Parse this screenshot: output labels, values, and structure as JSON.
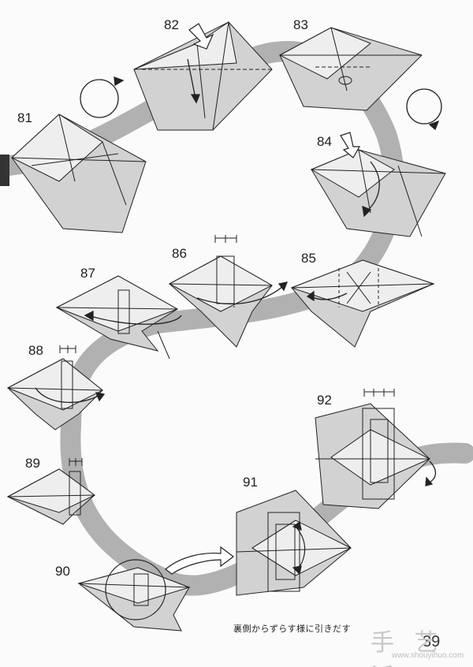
{
  "page": {
    "steps": [
      "81",
      "82",
      "83",
      "84",
      "85",
      "86",
      "87",
      "88",
      "89",
      "90",
      "91",
      "92"
    ],
    "caption": "裏側からずらす様に引きだす",
    "page_number": "39",
    "watermark": {
      "text": "手 艺 活",
      "url": "www.shouyihuo.com"
    }
  },
  "colors": {
    "paper_shade": "#d2d2d2",
    "path_band": "#a9a9a9",
    "line": "#222222"
  },
  "icons": [
    "turn-over-icon",
    "push-arrow-icon",
    "fold-arrow-icon",
    "zoom-arrow-icon"
  ]
}
